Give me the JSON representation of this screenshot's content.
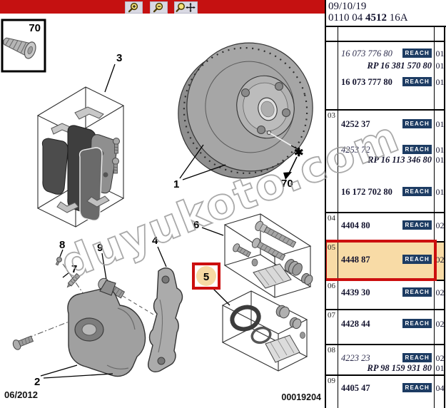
{
  "header": {
    "date": "09/10/19",
    "ref_prefix": "0110 04 ",
    "ref_bold": "4512",
    "ref_suffix": " 16A"
  },
  "toolbar": {
    "zoom_in_icon": "magnifier-plus-icon",
    "zoom_out_icon": "magnifier-minus-icon",
    "zoom_pan_icon": "magnifier-move-icon"
  },
  "watermark": "duyukoto.com",
  "footer": {
    "date_code": "06/2012",
    "doc_number": "00019204"
  },
  "diagram": {
    "labels": {
      "box70": "70",
      "n1": "1",
      "n2": "2",
      "n3": "3",
      "n4": "4",
      "n5": "5",
      "n6": "6",
      "n7": "7",
      "n8": "8",
      "n9": "9",
      "n70": "70"
    },
    "hub_screw_marker": "asterisk-screw-icon"
  },
  "colors": {
    "topbar_red": "#c51111",
    "highlight_orange": "#f8dba6",
    "highlight_border_red": "#cc0f0f",
    "reach_badge_blue": "#1d3c63"
  },
  "table": {
    "reach_label": "REACH",
    "groups": [
      {
        "section": "",
        "highlight": false,
        "rows": [
          {
            "part": "16 073 776 80",
            "style": "italic",
            "reach": true,
            "qty": "01"
          },
          {
            "part": "RP 16 381 570 80",
            "style": "rp",
            "reach": false,
            "qty": "01"
          },
          {
            "part": "16 073 777 80",
            "style": "bold",
            "reach": true,
            "qty": "01"
          }
        ]
      },
      {
        "section": "03",
        "highlight": false,
        "rows": [
          {
            "part": "4252 37",
            "style": "bold",
            "reach": true,
            "qty": "01"
          },
          {
            "part": "4253 72",
            "style": "italic",
            "reach": true,
            "qty": "01"
          },
          {
            "part": "RP 16 113 346 80",
            "style": "rp",
            "reach": false,
            "qty": "01"
          },
          {
            "part": "16 172 702 80",
            "style": "bold",
            "reach": true,
            "qty": "01"
          }
        ]
      },
      {
        "section": "04",
        "highlight": false,
        "rows": [
          {
            "part": "4404 80",
            "style": "bold",
            "reach": true,
            "qty": "02"
          }
        ]
      },
      {
        "section": "05",
        "highlight": true,
        "rows": [
          {
            "part": "4448 87",
            "style": "bold",
            "reach": true,
            "qty": "02"
          }
        ]
      },
      {
        "section": "06",
        "highlight": false,
        "rows": [
          {
            "part": "4439 30",
            "style": "bold",
            "reach": true,
            "qty": "02"
          }
        ]
      },
      {
        "section": "07",
        "highlight": false,
        "rows": [
          {
            "part": "4428 44",
            "style": "bold",
            "reach": true,
            "qty": "02"
          }
        ]
      },
      {
        "section": "08",
        "highlight": false,
        "rows": [
          {
            "part": "4223 23",
            "style": "italic",
            "reach": true,
            "qty": "02"
          },
          {
            "part": "RP 98 159 931 80",
            "style": "rp",
            "reach": false,
            "qty": "01"
          }
        ]
      },
      {
        "section": "09",
        "highlight": false,
        "rows": [
          {
            "part": "4405 47",
            "style": "bold",
            "reach": true,
            "qty": "04"
          }
        ]
      }
    ]
  }
}
